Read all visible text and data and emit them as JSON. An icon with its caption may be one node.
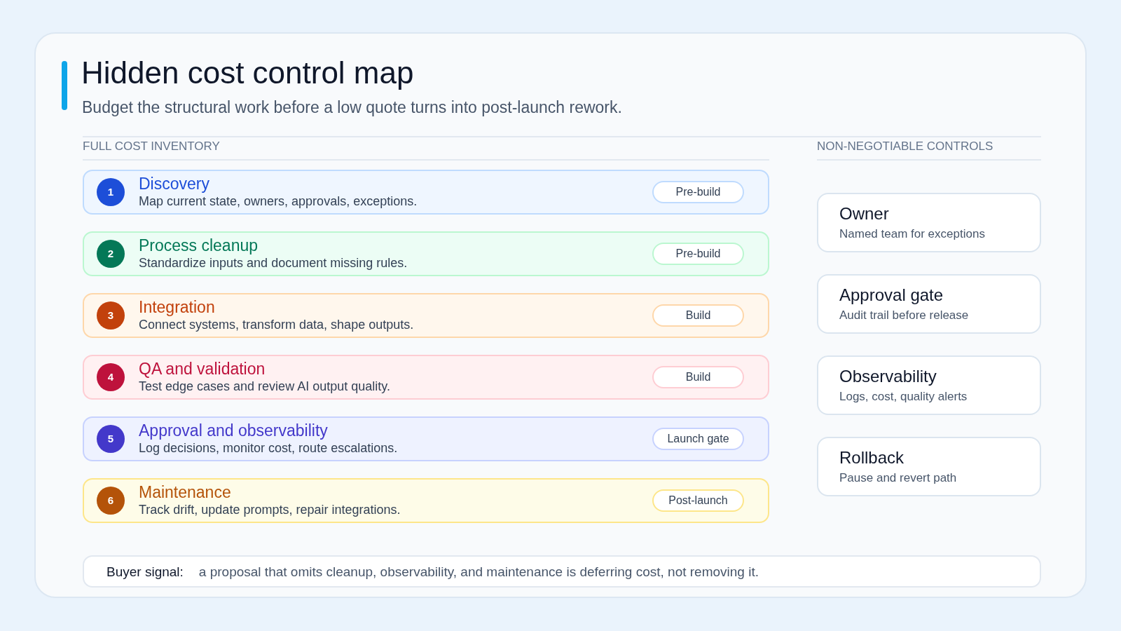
{
  "diagram": {
    "title": "Hidden cost control map",
    "nodes": [
      {
        "text": [
          "Discovery",
          "Map current state, owners, approvals, exceptions."
        ]
      },
      {
        "text": [
          "1"
        ],
        "in": 0
      },
      {
        "text": [
          "Pre-build"
        ],
        "in": 0
      },
      {
        "text": [
          "Process cleanup",
          "Standardize inputs and document missing rules."
        ]
      },
      {
        "text": [
          "2"
        ],
        "in": 3
      },
      {
        "text": [
          "Pre-build"
        ],
        "in": 3
      },
      {
        "text": [
          "Integration",
          "Connect systems, transform data, shape outputs."
        ]
      },
      {
        "text": [
          "3"
        ],
        "in": 6
      },
      {
        "text": [
          "Build"
        ],
        "in": 6
      },
      {
        "text": [
          "QA and validation",
          "Test edge cases and review AI output quality."
        ]
      },
      {
        "text": [
          "4"
        ],
        "in": 9
      },
      {
        "text": [
          "Build"
        ],
        "in": 9
      },
      {
        "text": [
          "Approval and observability",
          "Log decisions, monitor cost, route escalations."
        ]
      },
      {
        "text": [
          "5"
        ],
        "in": 12
      },
      {
        "text": [
          "Launch gate"
        ],
        "in": 12
      },
      {
        "text": [
          "Maintenance",
          "Track drift, update prompts, repair integrations."
        ]
      },
      {
        "text": [
          "6"
        ],
        "in": 15
      },
      {
        "text": [
          "Post-launch"
        ],
        "in": 15
      },
      {
        "text": [
          "Owner",
          "Named team for exceptions"
        ]
      },
      {
        "text": [
          "Approval gate",
          "Audit trail before release"
        ]
      },
      {
        "text": [
          "Observability",
          "Logs, cost, quality alerts"
        ]
      },
      {
        "text": [
          "Rollback",
          "Pause and revert path"
        ]
      },
      {
        "text": [
          "Buyer signal:",
          "a proposal that omits cleanup, observability, and maintenance is deferring cost, not removing it."
        ]
      }
    ],
    "labels": [
      "Budget the structural work before a low quote turns into post-launch rework.",
      "FULL COST INVENTORY",
      "NON-NEGOTIABLE CONTROLS"
    ]
  }
}
